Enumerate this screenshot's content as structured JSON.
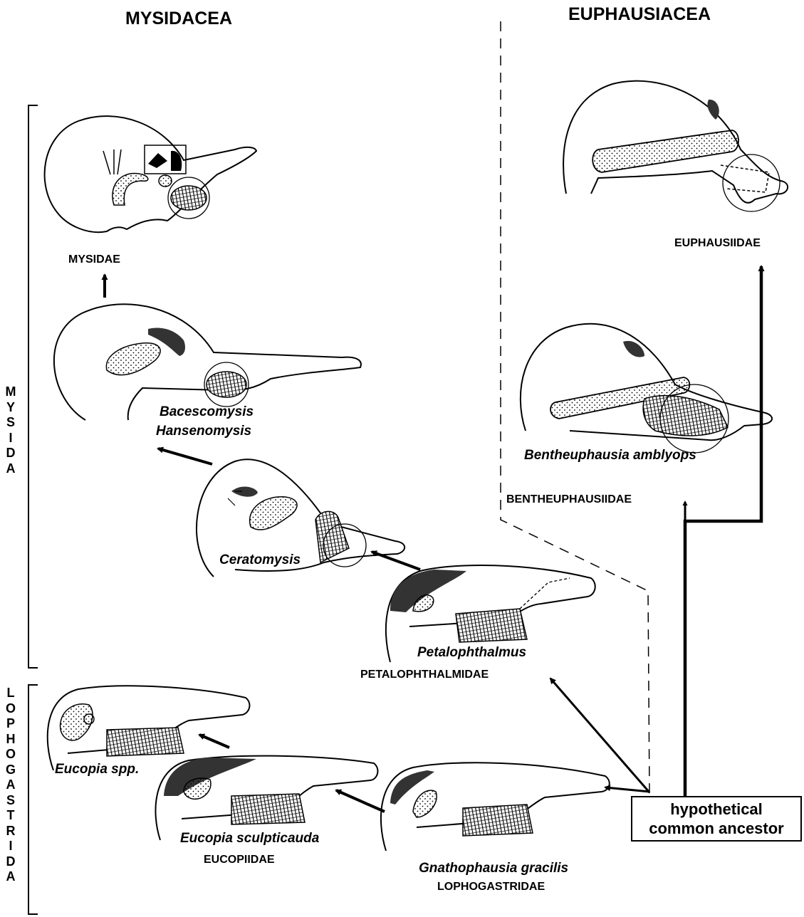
{
  "headers": {
    "left": "MYSIDACEA",
    "right": "EUPHAUSIACEA"
  },
  "side_labels": {
    "mysida": "MYSIDA",
    "lophogastrida": "LOPHOGASTRIDA"
  },
  "families": {
    "mysidae": "MYSIDAE",
    "euphausiidae": "EUPHAUSIIDAE",
    "bentheuphausiidae": "BENTHEUPHAUSIIDAE",
    "petalophthalmidae": "PETALOPHTHALMIDAE",
    "eucopiidae": "EUCOPIIDAE",
    "lophogastridae": "LOPHOGASTRIDAE"
  },
  "genera": {
    "bacescomysis": "Bacescomysis",
    "hansenomysis": "Hansenomysis",
    "ceratomysis": "Ceratomysis",
    "bentheuphausia": "Bentheuphausia amblyops",
    "petalophthalmus": "Petalophthalmus",
    "eucopia_spp": "Eucopia spp.",
    "eucopia_sculpticauda": "Eucopia sculpticauda",
    "gnathophausia": "Gnathophausia gracilis"
  },
  "ancestor": {
    "line1": "hypothetical",
    "line2": "common ancestor"
  }
}
